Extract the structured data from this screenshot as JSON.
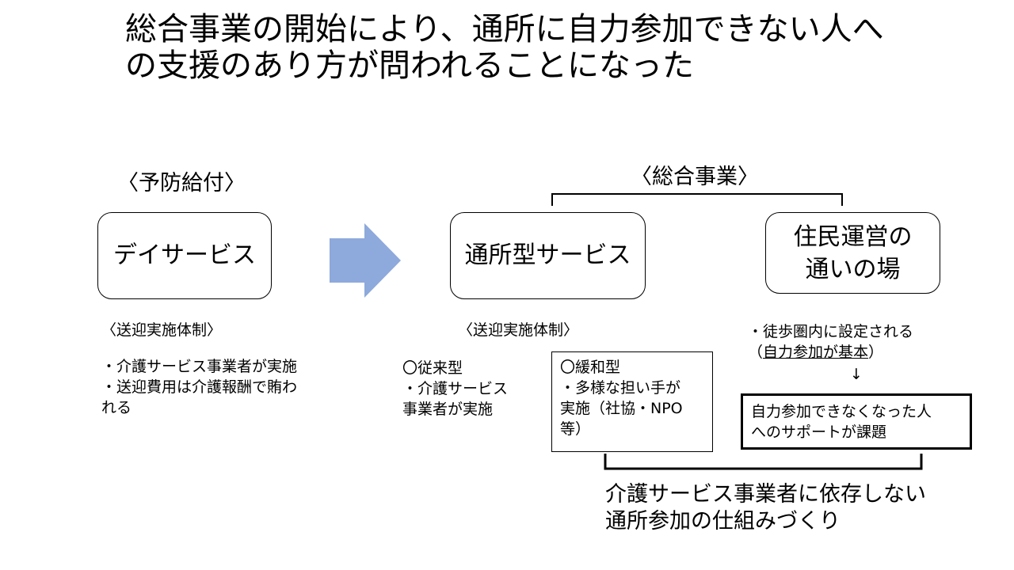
{
  "title": {
    "line1": "総合事業の開始により、通所に自力参加できない人へ",
    "line2": "の支援のあり方が問われることになった"
  },
  "left": {
    "heading": "〈予防給付〉",
    "box_label": "デイサービス",
    "transport_heading": "〈送迎実施体制〉",
    "bullets": [
      "・介護サービス事業者が実施",
      "・送迎費用は介護報酬で賄わ",
      "れる"
    ]
  },
  "right": {
    "heading": "〈総合事業〉",
    "service_box_label": "通所型サービス",
    "resident_box": {
      "line1": "住民運営の",
      "line2": "通いの場"
    },
    "transport_heading": "〈送迎実施体制〉",
    "conventional": {
      "title": "〇従来型",
      "lines": [
        "・介護サービス",
        "事業者が実施"
      ]
    },
    "relaxed": {
      "title": "〇緩和型",
      "lines": [
        "・多様な担い手が",
        "実施（社協・NPO",
        "等）"
      ]
    },
    "resident_notes": {
      "line1": "・徒歩圏内に設定される",
      "line2_open": "（",
      "line2_underlined": "自力参加が基本",
      "line2_close": "）",
      "arrow": "↓"
    },
    "issue_box": {
      "line1": "自力参加できなくなった人",
      "line2": "へのサポートが課題"
    },
    "conclusion": {
      "line1": "介護サービス事業者に依存しない",
      "line2": "通所参加の仕組みづくり"
    }
  },
  "colors": {
    "arrow_fill": "#8EA9DB",
    "text": "#000000",
    "border": "#000000"
  }
}
